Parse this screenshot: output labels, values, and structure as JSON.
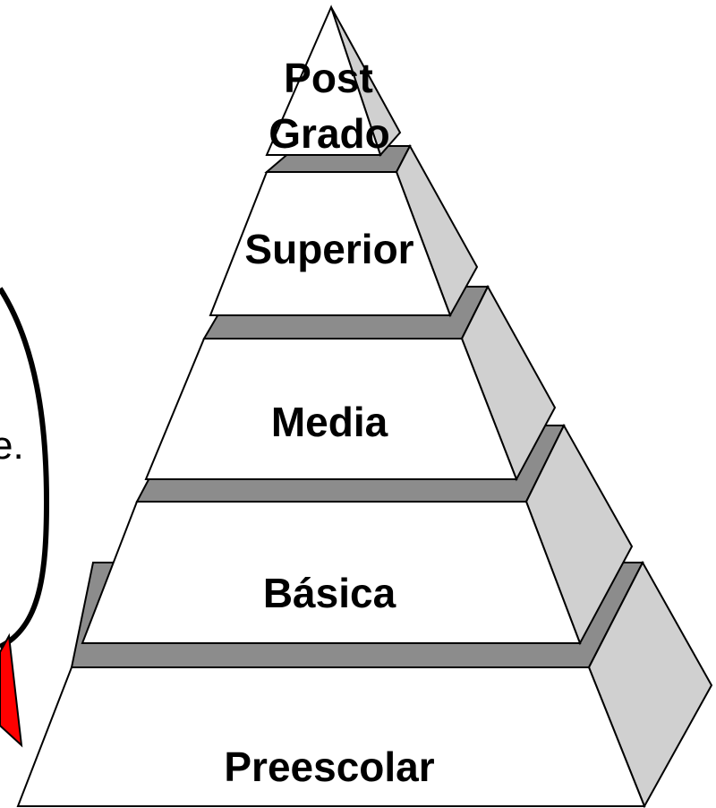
{
  "pyramid": {
    "levels": [
      {
        "label_line1": "Post",
        "label_line2": "Grado"
      },
      {
        "label": "Superior"
      },
      {
        "label": "Media"
      },
      {
        "label": "Básica"
      },
      {
        "label": "Preescolar"
      }
    ]
  },
  "callout": {
    "fragment_text": "e."
  },
  "colors": {
    "face": "#ffffff",
    "top": "#8c8c8c",
    "side": "#d0d0d0",
    "outline": "#000000",
    "pointer": "#ff0000"
  }
}
